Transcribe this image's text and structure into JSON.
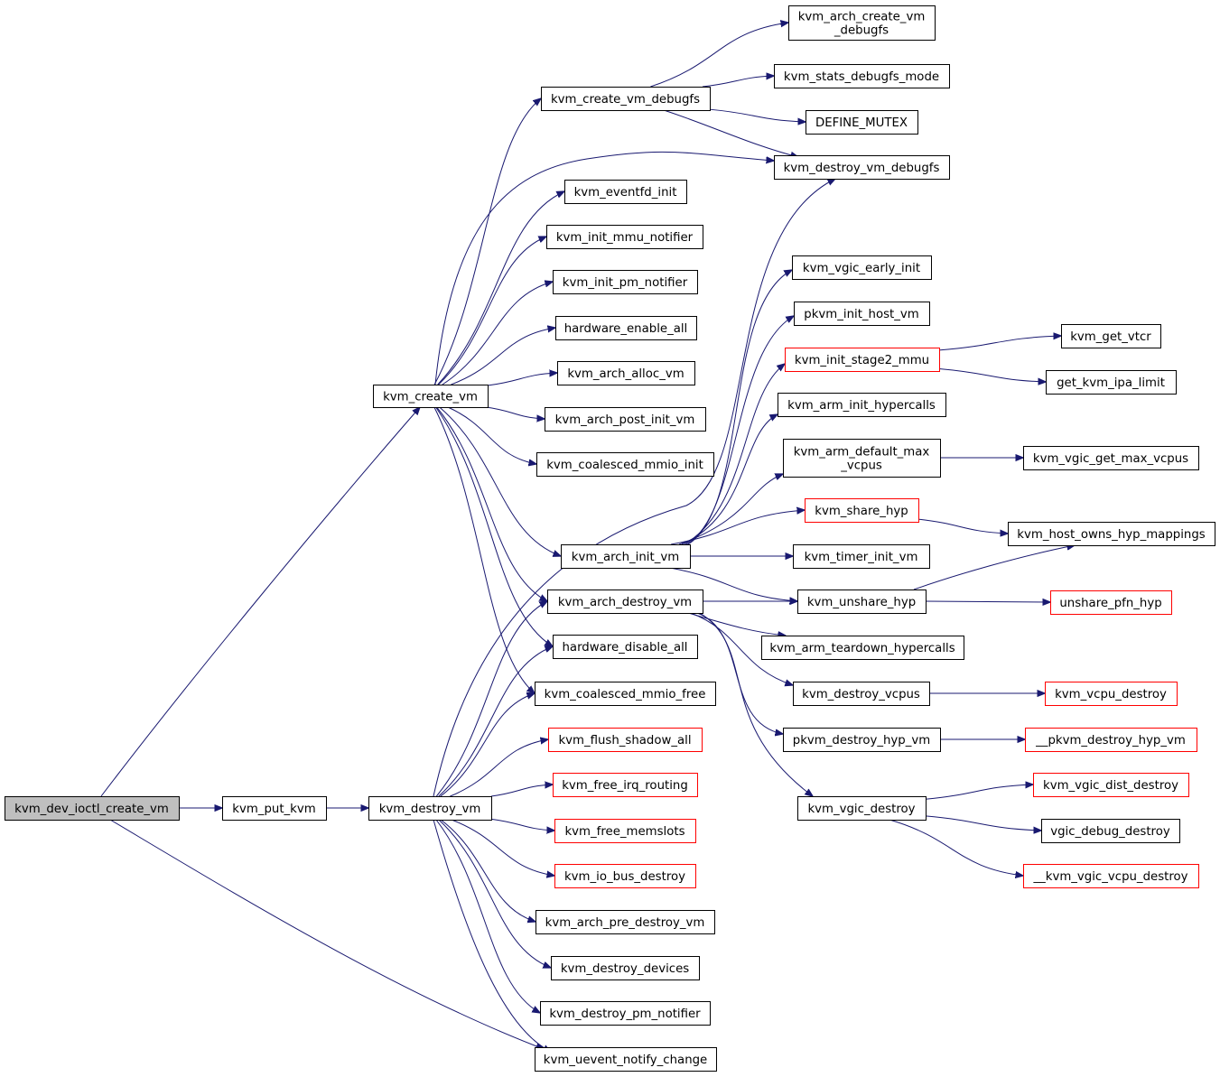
{
  "graph": {
    "colors": {
      "edge": "#191970",
      "box_normal": "#000000",
      "box_link": "#ff0000",
      "root_fill": "#bfbfbf",
      "node_fill": "#ffffff"
    },
    "nodes": [
      {
        "id": "kvm_dev_ioctl_create_vm",
        "label": "kvm_dev_ioctl_create_vm",
        "style": "root"
      },
      {
        "id": "kvm_put_kvm",
        "label": "kvm_put_kvm",
        "style": "normal"
      },
      {
        "id": "kvm_destroy_vm",
        "label": "kvm_destroy_vm",
        "style": "normal"
      },
      {
        "id": "kvm_create_vm",
        "label": "kvm_create_vm",
        "style": "normal"
      },
      {
        "id": "kvm_create_vm_debugfs",
        "label": "kvm_create_vm_debugfs",
        "style": "normal"
      },
      {
        "id": "kvm_arch_create_vm_debugfs",
        "label": "kvm_arch_create_vm\n_debugfs",
        "style": "normal"
      },
      {
        "id": "kvm_stats_debugfs_mode",
        "label": "kvm_stats_debugfs_mode",
        "style": "normal"
      },
      {
        "id": "DEFINE_MUTEX",
        "label": "DEFINE_MUTEX",
        "style": "normal"
      },
      {
        "id": "kvm_destroy_vm_debugfs",
        "label": "kvm_destroy_vm_debugfs",
        "style": "normal"
      },
      {
        "id": "kvm_eventfd_init",
        "label": "kvm_eventfd_init",
        "style": "normal"
      },
      {
        "id": "kvm_init_mmu_notifier",
        "label": "kvm_init_mmu_notifier",
        "style": "normal"
      },
      {
        "id": "kvm_init_pm_notifier",
        "label": "kvm_init_pm_notifier",
        "style": "normal"
      },
      {
        "id": "hardware_enable_all",
        "label": "hardware_enable_all",
        "style": "normal"
      },
      {
        "id": "kvm_arch_alloc_vm",
        "label": "kvm_arch_alloc_vm",
        "style": "normal"
      },
      {
        "id": "kvm_arch_post_init_vm",
        "label": "kvm_arch_post_init_vm",
        "style": "normal"
      },
      {
        "id": "kvm_coalesced_mmio_init",
        "label": "kvm_coalesced_mmio_init",
        "style": "normal"
      },
      {
        "id": "kvm_arch_init_vm",
        "label": "kvm_arch_init_vm",
        "style": "normal"
      },
      {
        "id": "kvm_arch_destroy_vm",
        "label": "kvm_arch_destroy_vm",
        "style": "normal"
      },
      {
        "id": "hardware_disable_all",
        "label": "hardware_disable_all",
        "style": "normal"
      },
      {
        "id": "kvm_coalesced_mmio_free",
        "label": "kvm_coalesced_mmio_free",
        "style": "normal"
      },
      {
        "id": "kvm_flush_shadow_all",
        "label": "kvm_flush_shadow_all",
        "style": "link"
      },
      {
        "id": "kvm_free_irq_routing",
        "label": "kvm_free_irq_routing",
        "style": "link"
      },
      {
        "id": "kvm_free_memslots",
        "label": "kvm_free_memslots",
        "style": "link"
      },
      {
        "id": "kvm_io_bus_destroy",
        "label": "kvm_io_bus_destroy",
        "style": "link"
      },
      {
        "id": "kvm_arch_pre_destroy_vm",
        "label": "kvm_arch_pre_destroy_vm",
        "style": "normal"
      },
      {
        "id": "kvm_destroy_devices",
        "label": "kvm_destroy_devices",
        "style": "normal"
      },
      {
        "id": "kvm_destroy_pm_notifier",
        "label": "kvm_destroy_pm_notifier",
        "style": "normal"
      },
      {
        "id": "kvm_uevent_notify_change",
        "label": "kvm_uevent_notify_change",
        "style": "normal"
      },
      {
        "id": "kvm_vgic_early_init",
        "label": "kvm_vgic_early_init",
        "style": "normal"
      },
      {
        "id": "pkvm_init_host_vm",
        "label": "pkvm_init_host_vm",
        "style": "normal"
      },
      {
        "id": "kvm_init_stage2_mmu",
        "label": "kvm_init_stage2_mmu",
        "style": "link"
      },
      {
        "id": "kvm_arm_init_hypercalls",
        "label": "kvm_arm_init_hypercalls",
        "style": "normal"
      },
      {
        "id": "kvm_arm_default_max_vcpus",
        "label": "kvm_arm_default_max\n_vcpus",
        "style": "normal"
      },
      {
        "id": "kvm_share_hyp",
        "label": "kvm_share_hyp",
        "style": "link"
      },
      {
        "id": "kvm_timer_init_vm",
        "label": "kvm_timer_init_vm",
        "style": "normal"
      },
      {
        "id": "kvm_unshare_hyp",
        "label": "kvm_unshare_hyp",
        "style": "normal"
      },
      {
        "id": "kvm_arm_teardown_hypercalls",
        "label": "kvm_arm_teardown_hypercalls",
        "style": "normal"
      },
      {
        "id": "kvm_destroy_vcpus",
        "label": "kvm_destroy_vcpus",
        "style": "normal"
      },
      {
        "id": "pkvm_destroy_hyp_vm",
        "label": "pkvm_destroy_hyp_vm",
        "style": "normal"
      },
      {
        "id": "kvm_vgic_destroy",
        "label": "kvm_vgic_destroy",
        "style": "normal"
      },
      {
        "id": "kvm_get_vtcr",
        "label": "kvm_get_vtcr",
        "style": "normal"
      },
      {
        "id": "get_kvm_ipa_limit",
        "label": "get_kvm_ipa_limit",
        "style": "normal"
      },
      {
        "id": "kvm_vgic_get_max_vcpus",
        "label": "kvm_vgic_get_max_vcpus",
        "style": "normal"
      },
      {
        "id": "kvm_host_owns_hyp_mappings",
        "label": "kvm_host_owns_hyp_mappings",
        "style": "normal"
      },
      {
        "id": "unshare_pfn_hyp",
        "label": "unshare_pfn_hyp",
        "style": "link"
      },
      {
        "id": "kvm_vcpu_destroy",
        "label": "kvm_vcpu_destroy",
        "style": "link"
      },
      {
        "id": "__pkvm_destroy_hyp_vm",
        "label": "__pkvm_destroy_hyp_vm",
        "style": "link"
      },
      {
        "id": "kvm_vgic_dist_destroy",
        "label": "kvm_vgic_dist_destroy",
        "style": "link"
      },
      {
        "id": "vgic_debug_destroy",
        "label": "vgic_debug_destroy",
        "style": "normal"
      },
      {
        "id": "__kvm_vgic_vcpu_destroy",
        "label": "__kvm_vgic_vcpu_destroy",
        "style": "link"
      }
    ],
    "edges": [
      [
        "kvm_dev_ioctl_create_vm",
        "kvm_put_kvm"
      ],
      [
        "kvm_dev_ioctl_create_vm",
        "kvm_create_vm"
      ],
      [
        "kvm_dev_ioctl_create_vm",
        "kvm_uevent_notify_change"
      ],
      [
        "kvm_put_kvm",
        "kvm_destroy_vm"
      ],
      [
        "kvm_create_vm",
        "kvm_create_vm_debugfs"
      ],
      [
        "kvm_create_vm",
        "kvm_destroy_vm_debugfs"
      ],
      [
        "kvm_create_vm",
        "kvm_eventfd_init"
      ],
      [
        "kvm_create_vm",
        "kvm_init_mmu_notifier"
      ],
      [
        "kvm_create_vm",
        "kvm_init_pm_notifier"
      ],
      [
        "kvm_create_vm",
        "hardware_enable_all"
      ],
      [
        "kvm_create_vm",
        "kvm_arch_alloc_vm"
      ],
      [
        "kvm_create_vm",
        "kvm_arch_post_init_vm"
      ],
      [
        "kvm_create_vm",
        "kvm_coalesced_mmio_init"
      ],
      [
        "kvm_create_vm",
        "kvm_arch_init_vm"
      ],
      [
        "kvm_create_vm",
        "kvm_arch_destroy_vm"
      ],
      [
        "kvm_create_vm",
        "hardware_disable_all"
      ],
      [
        "kvm_create_vm",
        "kvm_coalesced_mmio_free"
      ],
      [
        "kvm_create_vm_debugfs",
        "kvm_arch_create_vm_debugfs"
      ],
      [
        "kvm_create_vm_debugfs",
        "kvm_stats_debugfs_mode"
      ],
      [
        "kvm_create_vm_debugfs",
        "DEFINE_MUTEX"
      ],
      [
        "kvm_create_vm_debugfs",
        "kvm_destroy_vm_debugfs"
      ],
      [
        "kvm_destroy_vm",
        "kvm_destroy_vm_debugfs"
      ],
      [
        "kvm_destroy_vm",
        "kvm_arch_destroy_vm"
      ],
      [
        "kvm_destroy_vm",
        "hardware_disable_all"
      ],
      [
        "kvm_destroy_vm",
        "kvm_coalesced_mmio_free"
      ],
      [
        "kvm_destroy_vm",
        "kvm_flush_shadow_all"
      ],
      [
        "kvm_destroy_vm",
        "kvm_free_irq_routing"
      ],
      [
        "kvm_destroy_vm",
        "kvm_free_memslots"
      ],
      [
        "kvm_destroy_vm",
        "kvm_io_bus_destroy"
      ],
      [
        "kvm_destroy_vm",
        "kvm_arch_pre_destroy_vm"
      ],
      [
        "kvm_destroy_vm",
        "kvm_destroy_devices"
      ],
      [
        "kvm_destroy_vm",
        "kvm_destroy_pm_notifier"
      ],
      [
        "kvm_destroy_vm",
        "kvm_uevent_notify_change"
      ],
      [
        "kvm_arch_init_vm",
        "kvm_vgic_early_init"
      ],
      [
        "kvm_arch_init_vm",
        "pkvm_init_host_vm"
      ],
      [
        "kvm_arch_init_vm",
        "kvm_init_stage2_mmu"
      ],
      [
        "kvm_arch_init_vm",
        "kvm_arm_init_hypercalls"
      ],
      [
        "kvm_arch_init_vm",
        "kvm_arm_default_max_vcpus"
      ],
      [
        "kvm_arch_init_vm",
        "kvm_share_hyp"
      ],
      [
        "kvm_arch_init_vm",
        "kvm_timer_init_vm"
      ],
      [
        "kvm_arch_init_vm",
        "kvm_unshare_hyp"
      ],
      [
        "kvm_arch_destroy_vm",
        "kvm_unshare_hyp"
      ],
      [
        "kvm_arch_destroy_vm",
        "kvm_arm_teardown_hypercalls"
      ],
      [
        "kvm_arch_destroy_vm",
        "kvm_destroy_vcpus"
      ],
      [
        "kvm_arch_destroy_vm",
        "pkvm_destroy_hyp_vm"
      ],
      [
        "kvm_arch_destroy_vm",
        "kvm_vgic_destroy"
      ],
      [
        "kvm_init_stage2_mmu",
        "kvm_get_vtcr"
      ],
      [
        "kvm_init_stage2_mmu",
        "get_kvm_ipa_limit"
      ],
      [
        "kvm_arm_default_max_vcpus",
        "kvm_vgic_get_max_vcpus"
      ],
      [
        "kvm_share_hyp",
        "kvm_host_owns_hyp_mappings"
      ],
      [
        "kvm_unshare_hyp",
        "kvm_host_owns_hyp_mappings"
      ],
      [
        "kvm_unshare_hyp",
        "unshare_pfn_hyp"
      ],
      [
        "kvm_destroy_vcpus",
        "kvm_vcpu_destroy"
      ],
      [
        "pkvm_destroy_hyp_vm",
        "__pkvm_destroy_hyp_vm"
      ],
      [
        "kvm_vgic_destroy",
        "kvm_vgic_dist_destroy"
      ],
      [
        "kvm_vgic_destroy",
        "vgic_debug_destroy"
      ],
      [
        "kvm_vgic_destroy",
        "__kvm_vgic_vcpu_destroy"
      ]
    ]
  }
}
